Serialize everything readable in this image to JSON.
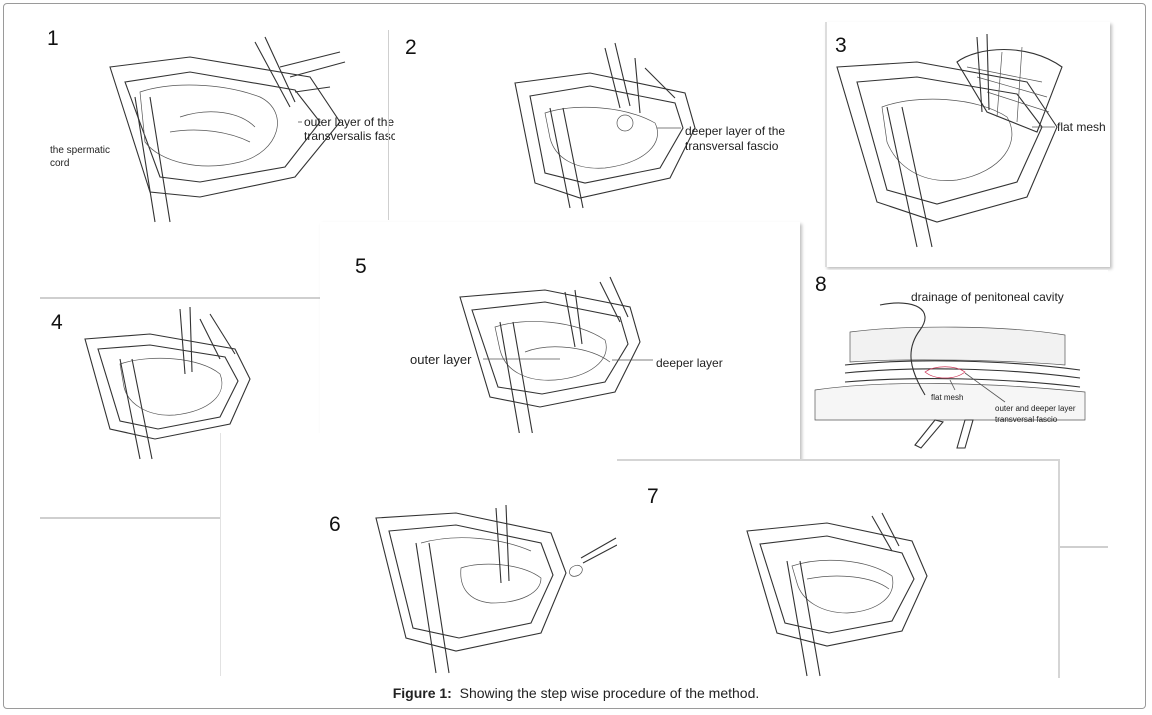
{
  "figure": {
    "caption_label": "Figure 1:",
    "caption_text": "Showing the step wise procedure of the method."
  },
  "panels": [
    {
      "number": "1",
      "labels": [
        "outer layer of the",
        "transversalis fascia",
        "the spermatic",
        "cord"
      ]
    },
    {
      "number": "2",
      "labels": [
        "deeper layer of the",
        "transversal fascio"
      ]
    },
    {
      "number": "3",
      "labels": [
        "flat mesh"
      ]
    },
    {
      "number": "4",
      "labels": []
    },
    {
      "number": "5",
      "labels": [
        "outer layer",
        "deeper layer"
      ]
    },
    {
      "number": "6",
      "labels": []
    },
    {
      "number": "7",
      "labels": []
    },
    {
      "number": "8",
      "labels": [
        "drainage of penitoneal cavity",
        "flat mesh",
        "outer and deeper layer",
        "transversal fascio"
      ]
    }
  ]
}
